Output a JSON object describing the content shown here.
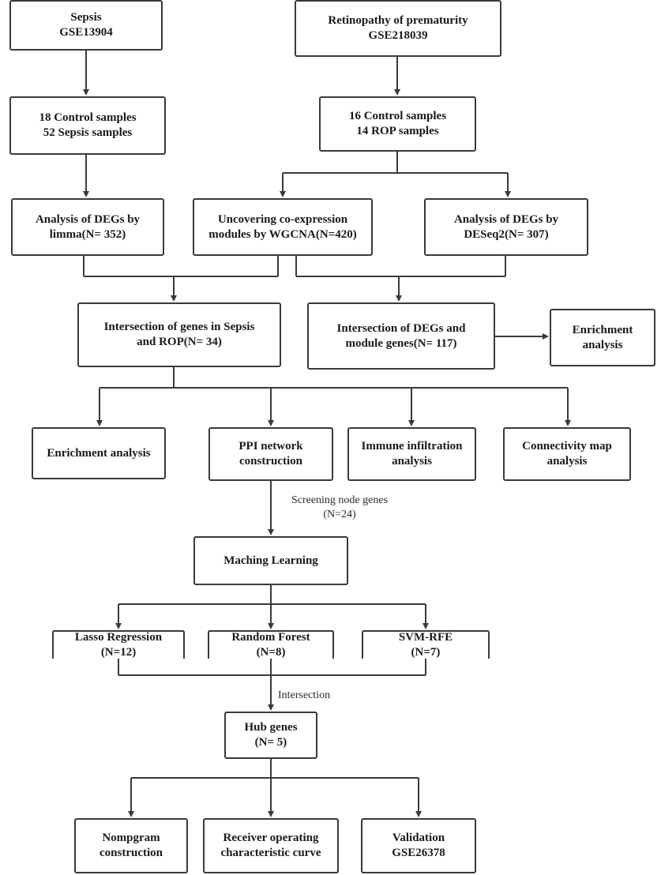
{
  "boxes": {
    "sepsis": "Sepsis\nGSE13904",
    "rop": "Retinopathy of prematurity\nGSE218039",
    "sepsis_samples": "18 Control samples\n52   Sepsis samples",
    "rop_samples": "16 Control samples\n14 ROP samples",
    "limma": "Analysis of DEGs by\nlimma(N= 352)",
    "wgcna": "Uncovering co-expression\nmodules by WGCNA(N=420)",
    "deseq2": "Analysis of DEGs by\nDESeq2(N= 307)",
    "intersect_sepsis_rop": "Intersection of genes in Sepsis\nand ROP(N= 34)",
    "intersect_degs_module": "Intersection of DEGs and\nmodule genes(N= 117)",
    "enrichment_right": "Enrichment\nanalysis",
    "enrichment_left": "Enrichment analysis",
    "ppi": "PPI network\nconstruction",
    "immune": "Immune infiltration\nanalysis",
    "cmap": "Connectivity map\nanalysis",
    "ml": "Maching Learning",
    "lasso": "Lasso Regression\n(N=12)",
    "rf": "Random Forest\n(N=8)",
    "svm": "SVM-RFE\n(N=7)",
    "hub": "Hub genes\n(N= 5)",
    "nomogram": "Nompgram\nconstruction",
    "roc": "Receiver operating\ncharacteristic curve",
    "validation": "Validation\nGSE26378"
  },
  "notes": {
    "screening": "Screening node genes\n(N=24)",
    "intersection": "Intersection"
  },
  "colors": {
    "line": "#3a3a3a",
    "border": "#3a3a3a",
    "text": "#1a1a1a"
  }
}
